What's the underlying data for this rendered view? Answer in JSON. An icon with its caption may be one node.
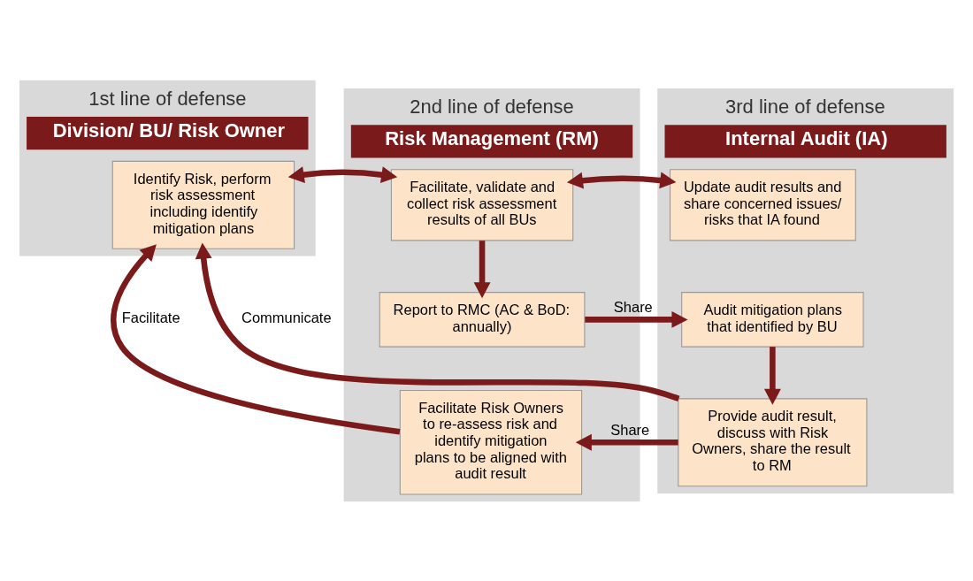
{
  "diagram": {
    "nodes": [
      {
        "text": [
          "1st line of defense",
          "Division/ BU/ Risk Owner"
        ]
      },
      {
        "text": [
          "2nd line of defense",
          "Risk Management (RM)"
        ]
      },
      {
        "text": [
          "3rd line of defense",
          "Internal Audit (IA)"
        ]
      },
      {
        "text": [
          "Identify Risk, perform risk assessment including identify mitigation plans"
        ],
        "in": 0
      },
      {
        "text": [
          "Facilitate, validate and collect risk assessment results of all BUs"
        ],
        "in": 1
      },
      {
        "text": [
          "Report to RMC (AC & BoD: annually)"
        ],
        "in": 1
      },
      {
        "text": [
          "Facilitate Risk Owners to re-assess risk and identify mitigation plans to be aligned with audit result"
        ],
        "in": 1
      },
      {
        "text": [
          "Update audit results and share concerned issues/ risks that IA found"
        ],
        "in": 2
      },
      {
        "text": [
          "Audit mitigation plans that identified by BU"
        ],
        "in": 2
      },
      {
        "text": [
          "Provide audit result, discuss with Risk Owners, share the result to RM"
        ],
        "in": 2
      }
    ],
    "edges": [
      {
        "from": 3,
        "to": 4,
        "arrow": "both"
      },
      {
        "from": 4,
        "to": 7,
        "arrow": "both"
      },
      {
        "from": 4,
        "to": 5,
        "arrow": "to"
      },
      {
        "from": 5,
        "to": 8,
        "arrow": "to",
        "label": "Share"
      },
      {
        "from": 8,
        "to": 9,
        "arrow": "to"
      },
      {
        "from": 9,
        "to": 6,
        "arrow": "to",
        "label": "Share"
      },
      {
        "from": 6,
        "to": 3,
        "arrow": "to",
        "label": "Facilitate"
      },
      {
        "from": 9,
        "to": 3,
        "arrow": "to",
        "label": "Communicate"
      }
    ]
  }
}
